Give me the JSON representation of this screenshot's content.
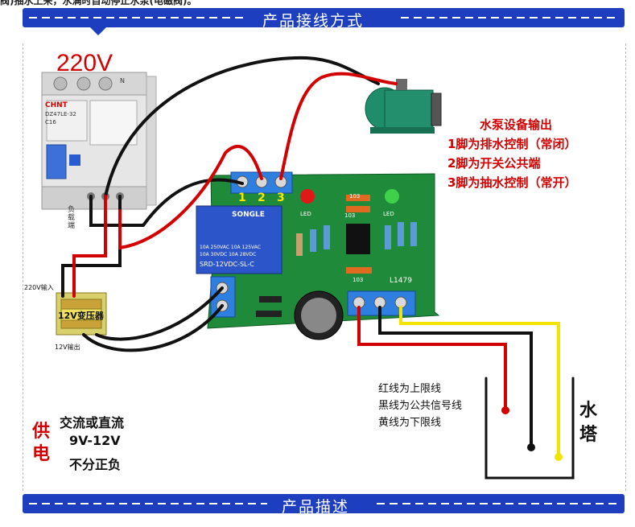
{
  "top_text": "阀)抽水上来，水满时自动停止水泵(电磁阀)。",
  "header_band_title": "产品接线方式",
  "footer_band_title": "产品描述",
  "voltage_label": "220V",
  "breaker": {
    "brand": "CHNT",
    "model": "DZ47LE-32",
    "rating": "C16",
    "load_label": "负载端",
    "terminal_n": "N"
  },
  "transformer": {
    "label": "12V变压器",
    "input_label": "220V输入",
    "output_label": "12V输出"
  },
  "relay": {
    "brand": "SONGLE",
    "spec_lines": [
      "10A 250VAC 10A 125VAC",
      "10A 30VDC 10A 28VDC"
    ],
    "model": "SRD-12VDC-SL-C"
  },
  "board": {
    "terminal_numbers": [
      "1",
      "2",
      "3"
    ],
    "led_label": "LED",
    "chip_label": "L1479",
    "resistor_labels": [
      "103",
      "103",
      "103"
    ]
  },
  "pump_output": {
    "title": "水泵设备输出",
    "lines": [
      "1脚为排水控制（常闭）",
      "2脚为开关公共端",
      "3脚为抽水控制（常开）"
    ]
  },
  "wire_legend": [
    "红线为上限线",
    "黑线为公共信号线",
    "黄线为下限线"
  ],
  "tower_label": [
    "水",
    "塔"
  ],
  "power": {
    "side_label": [
      "供",
      "电"
    ],
    "lines": [
      "交流或直流",
      "9V-12V",
      "不分正负"
    ]
  },
  "colors": {
    "band_blue": "#1d3fbf",
    "accent_red": "#d20000",
    "pcb_green": "#1f8a3a",
    "relay_blue": "#2b55c8",
    "wire_yellow": "#f2e400"
  }
}
